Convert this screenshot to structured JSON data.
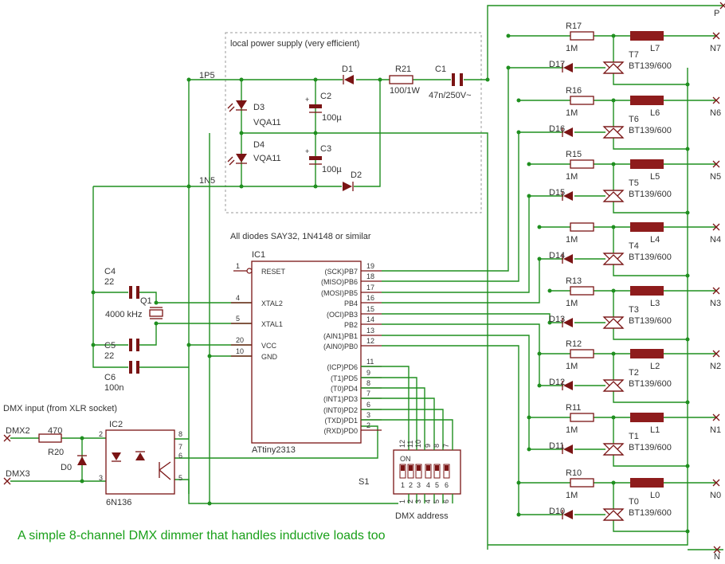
{
  "title": "A simple 8-channel DMX dimmer that handles inductive loads too",
  "notes": {
    "power_box": "local power supply (very efficient)",
    "diodes": "All diodes SAY32, 1N4148 or similar",
    "dmx_input": "DMX input (from XLR socket)",
    "dmx_address": "DMX address"
  },
  "nets": {
    "1p5": "1P5",
    "1n5": "1N5",
    "dmx2": "DMX2",
    "dmx3": "DMX3",
    "p": "P",
    "n": "N"
  },
  "power_supply": {
    "d1": "D1",
    "d2": "D2",
    "d3": "D3",
    "d3v": "VQA11",
    "d4": "D4",
    "d4v": "VQA11",
    "c2": "C2",
    "c2v": "100µ",
    "c3": "C3",
    "c3v": "100µ",
    "r21": "R21",
    "r21v": "100/1W",
    "c1": "C1",
    "c1v": "47n/250V~"
  },
  "ic1": {
    "name": "IC1",
    "part": "ATtiny2313",
    "left_pins": [
      {
        "num": "1",
        "label": "RESET"
      },
      {
        "num": "4",
        "label": "XTAL2"
      },
      {
        "num": "5",
        "label": "XTAL1"
      },
      {
        "num": "20",
        "label": "VCC"
      },
      {
        "num": "10",
        "label": "GND"
      }
    ],
    "right_pins": [
      {
        "num": "19",
        "label": "(SCK)PB7"
      },
      {
        "num": "18",
        "label": "(MISO)PB6"
      },
      {
        "num": "17",
        "label": "(MOSI)PB5"
      },
      {
        "num": "16",
        "label": "PB4"
      },
      {
        "num": "15",
        "label": "(OCI)PB3"
      },
      {
        "num": "14",
        "label": "PB2"
      },
      {
        "num": "13",
        "label": "(AIN1)PB1"
      },
      {
        "num": "12",
        "label": "(AIN0)PB0"
      },
      {
        "num": "11",
        "label": "(ICP)PD6"
      },
      {
        "num": "9",
        "label": "(T1)PD5"
      },
      {
        "num": "8",
        "label": "(T0)PD4"
      },
      {
        "num": "7",
        "label": "(INT1)PD3"
      },
      {
        "num": "6",
        "label": "(INT0)PD2"
      },
      {
        "num": "3",
        "label": "(TXD)PD1"
      },
      {
        "num": "2",
        "label": "(RXD)PD0"
      }
    ]
  },
  "osc": {
    "c4": "C4",
    "c4v": "22",
    "c5": "C5",
    "c5v": "22",
    "c6": "C6",
    "c6v": "100n",
    "q1": "Q1",
    "q1v": "4000 kHz"
  },
  "input": {
    "r20": "R20",
    "r20v": "470",
    "d0": "D0",
    "ic2": "IC2",
    "ic2v": "6N136",
    "pins": [
      "2",
      "3",
      "8",
      "7",
      "6",
      "5"
    ]
  },
  "switch": {
    "name": "S1",
    "on_label": "ON",
    "top_pins": [
      "12",
      "11",
      "10",
      "9",
      "8",
      "7"
    ],
    "bottom_pins": [
      "1",
      "2",
      "3",
      "4",
      "5",
      "6"
    ],
    "positions": [
      "1",
      "2",
      "3",
      "4",
      "5",
      "6"
    ]
  },
  "channels": [
    {
      "r": "R17",
      "rv": "1M",
      "d": "D17",
      "t": "T7",
      "tv": "BT139/600",
      "l": "L7",
      "out": "N7"
    },
    {
      "r": "R16",
      "rv": "1M",
      "d": "D16",
      "t": "T6",
      "tv": "BT139/600",
      "l": "L6",
      "out": "N6"
    },
    {
      "r": "R15",
      "rv": "1M",
      "d": "D15",
      "t": "T5",
      "tv": "BT139/600",
      "l": "L5",
      "out": "N5"
    },
    {
      "r": "",
      "rv": "1M",
      "d": "D14",
      "t": "T4",
      "tv": "BT139/600",
      "l": "L4",
      "out": "N4"
    },
    {
      "r": "R13",
      "rv": "1M",
      "d": "D13",
      "t": "T3",
      "tv": "BT139/600",
      "l": "L3",
      "out": "N3"
    },
    {
      "r": "R12",
      "rv": "1M",
      "d": "D12",
      "t": "T2",
      "tv": "BT139/600",
      "l": "L2",
      "out": "N2"
    },
    {
      "r": "R11",
      "rv": "1M",
      "d": "D11",
      "t": "T1",
      "tv": "BT139/600",
      "l": "L1",
      "out": "N1"
    },
    {
      "r": "R10",
      "rv": "1M",
      "d": "D10",
      "t": "T0",
      "tv": "BT139/600",
      "l": "L0",
      "out": "N0"
    }
  ]
}
